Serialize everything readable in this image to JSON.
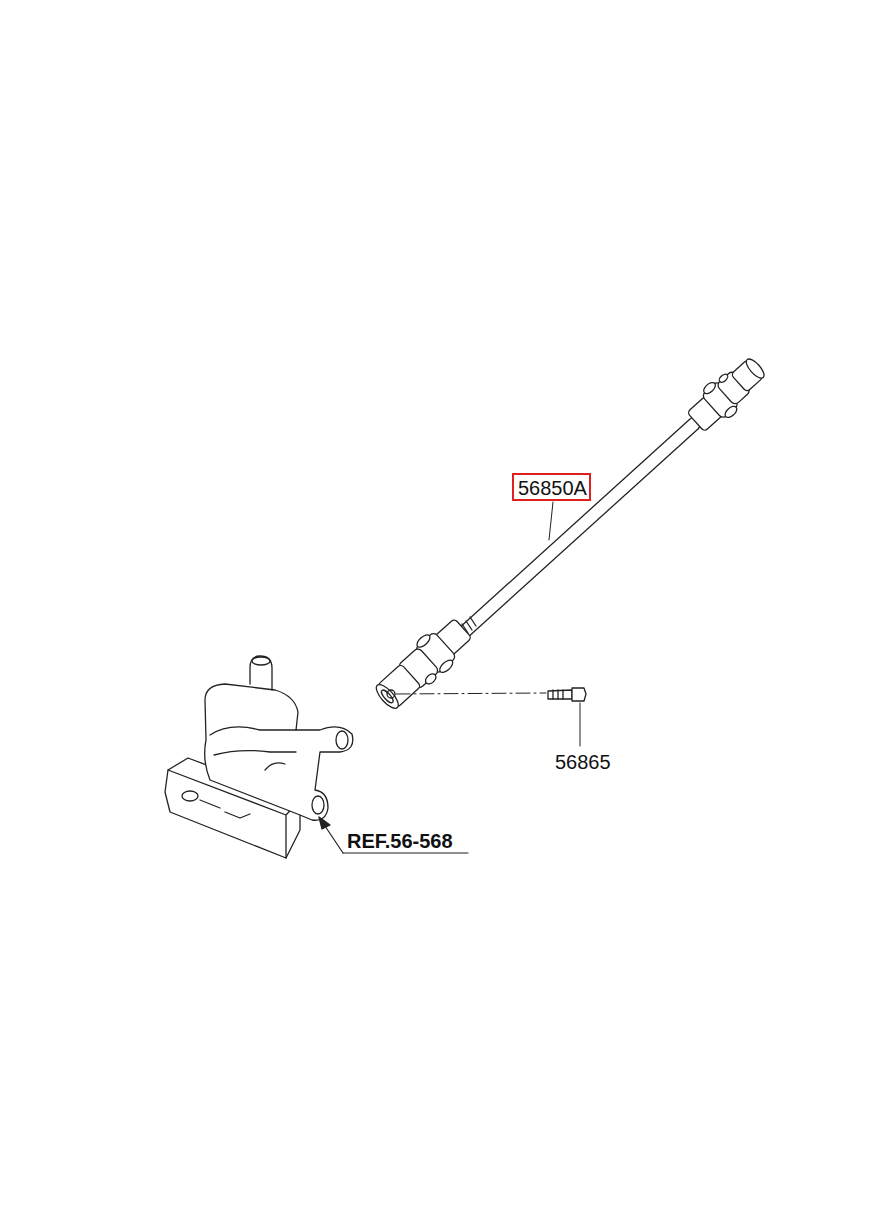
{
  "diagram": {
    "nodes": [
      {
        "text": [
          "56850A"
        ]
      }
    ],
    "labels": [
      "56865",
      "REF.56-568"
    ]
  }
}
